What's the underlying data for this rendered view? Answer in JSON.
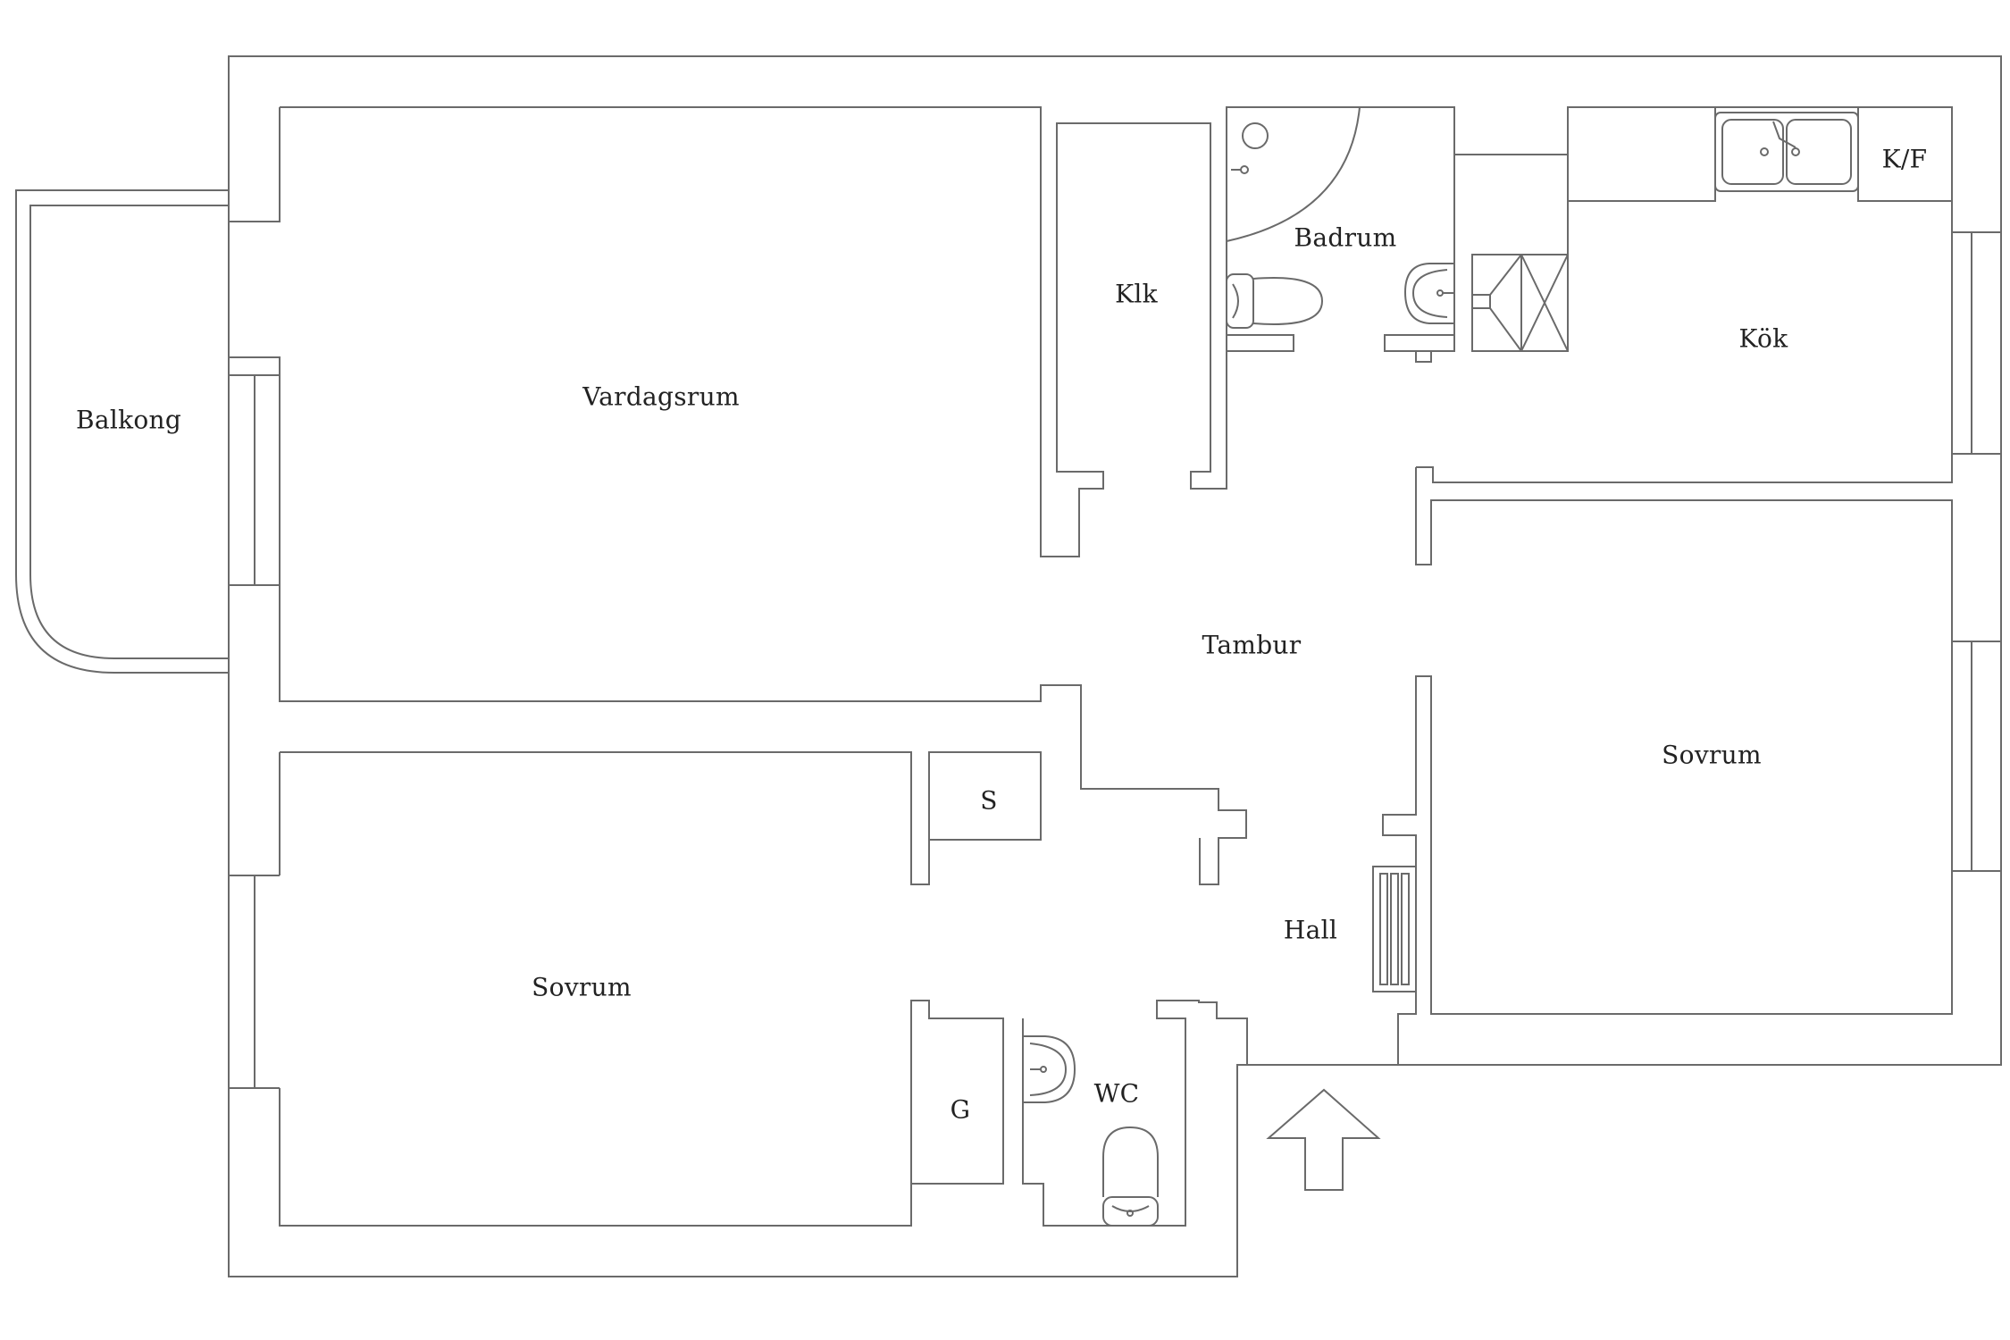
{
  "colors": {
    "wall": "#6a6a6a",
    "background": "#ffffff",
    "text": "#222222"
  },
  "rooms": {
    "balkong": "Balkong",
    "vardagsrum": "Vardagsrum",
    "klk": "Klk",
    "badrum": "Badrum",
    "kf": "K/F",
    "kok": "Kök",
    "tambur": "Tambur",
    "sovrum_right": "Sovrum",
    "s": "S",
    "hall": "Hall",
    "sovrum_left": "Sovrum",
    "g": "G",
    "wc": "WC"
  },
  "icons": [
    "shower-icon",
    "toilet-icon",
    "washbasin-icon",
    "kitchen-sink-icon",
    "stove-hood-icon",
    "radiator-icon",
    "entrance-arrow-icon"
  ]
}
